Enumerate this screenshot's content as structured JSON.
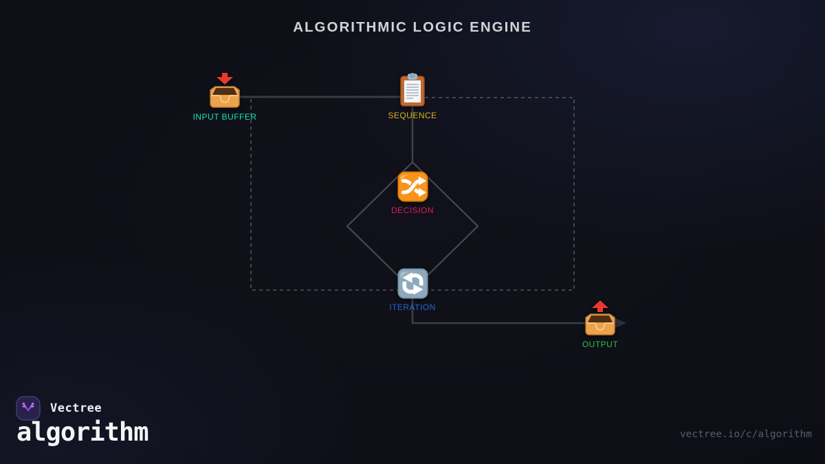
{
  "header": {
    "title": "ALGORITHMIC LOGIC ENGINE"
  },
  "nodes": {
    "input": {
      "label": "INPUT BUFFER",
      "color": "#19e3ad",
      "icon": "inbox-tray-icon"
    },
    "sequence": {
      "label": "SEQUENCE",
      "color": "#d8b418",
      "icon": "clipboard-icon"
    },
    "decision": {
      "label": "DECISION",
      "color": "#da2158",
      "icon": "shuffle-arrows-icon"
    },
    "iteration": {
      "label": "ITERATION",
      "color": "#2267d3",
      "icon": "loop-arrows-icon"
    },
    "output": {
      "label": "OUTPUT",
      "color": "#2fc13a",
      "icon": "outbox-tray-icon"
    }
  },
  "footer": {
    "brand_name": "Vectree",
    "channel_name": "algorithm",
    "share_url": "vectree.io/c/algorithm",
    "logo_icon": "vectree-branch-icon"
  },
  "colors": {
    "background": "#0c0d14",
    "title_text": "#d2d3d8",
    "connector": "#3e4046",
    "dashed_connector": "#4b4d55",
    "diamond_outline": "#47494f",
    "arrowhead": "#2e3036",
    "node_orange": "#f7941d",
    "node_slate": "#8ea9bd",
    "tray_orange": "#eda24c",
    "arrow_red": "#e8392f",
    "brand_purple": "#9a5cf0"
  }
}
